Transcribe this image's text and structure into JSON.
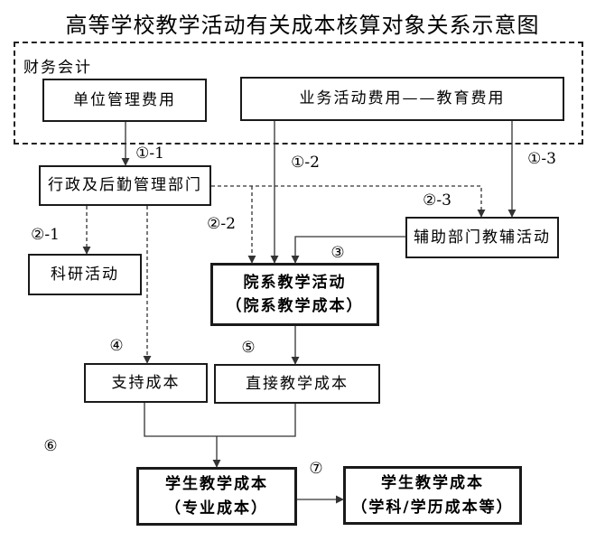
{
  "title": "高等学校教学活动有关成本核算对象关系示意图",
  "finance_group": {
    "label": "财务会计"
  },
  "boxes": {
    "unit_admin_fee": {
      "label": "单位管理费用"
    },
    "business_fee": {
      "label": "业务活动费用——教育费用"
    },
    "admin_logistics": {
      "label": "行政及后勤管理部门"
    },
    "research": {
      "label": "科研活动"
    },
    "auxiliary": {
      "label": "辅助部门教辅活动"
    },
    "dept_teaching": {
      "line1": "院系教学活动",
      "line2": "（院系教学成本）"
    },
    "support_cost": {
      "label": "支持成本"
    },
    "direct_cost": {
      "label": "直接教学成本"
    },
    "student_major": {
      "line1": "学生教学成本",
      "line2": "（专业成本）"
    },
    "student_subject": {
      "line1": "学生教学成本",
      "line2": "（学科/学历成本等）"
    }
  },
  "edge_labels": {
    "e1_1": "①-1",
    "e1_2": "①-2",
    "e1_3": "①-3",
    "e2_1": "②-1",
    "e2_2": "②-2",
    "e2_3": "②-3",
    "e3": "③",
    "e4": "④",
    "e5": "⑤",
    "e6": "⑥",
    "e7": "⑦"
  },
  "colors": {
    "line": "#333333",
    "box_border": "#1a1a1a",
    "background": "#ffffff",
    "text": "#000000"
  }
}
